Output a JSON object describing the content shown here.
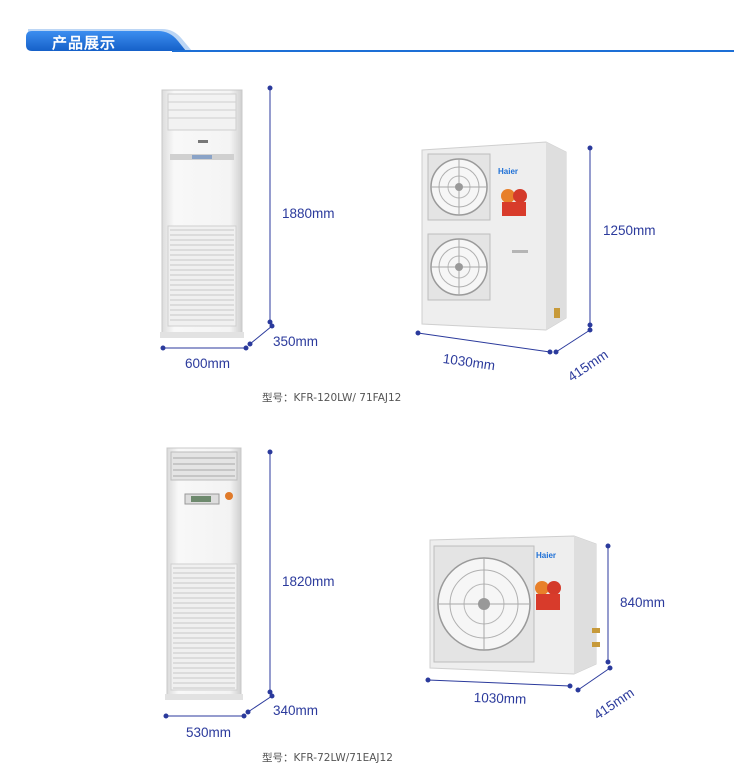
{
  "header": {
    "title": "产品展示",
    "accent_color": "#1d6fd6",
    "line_color": "#1d6fd6"
  },
  "dimension_color": "#2b3a9c",
  "product1": {
    "indoor": {
      "height": "1880mm",
      "depth": "350mm",
      "width": "600mm"
    },
    "outdoor": {
      "height": "1250mm",
      "width": "1030mm",
      "depth": "415mm",
      "brand": "Haier"
    },
    "model": "型号：KFR-120LW/ 71FAJ12"
  },
  "product2": {
    "indoor": {
      "height": "1820mm",
      "depth": "340mm",
      "width": "530mm"
    },
    "outdoor": {
      "height": "840mm",
      "width": "1030mm",
      "depth": "415mm",
      "brand": "Haier"
    },
    "model": "型号：KFR-72LW/71EAJ12"
  }
}
